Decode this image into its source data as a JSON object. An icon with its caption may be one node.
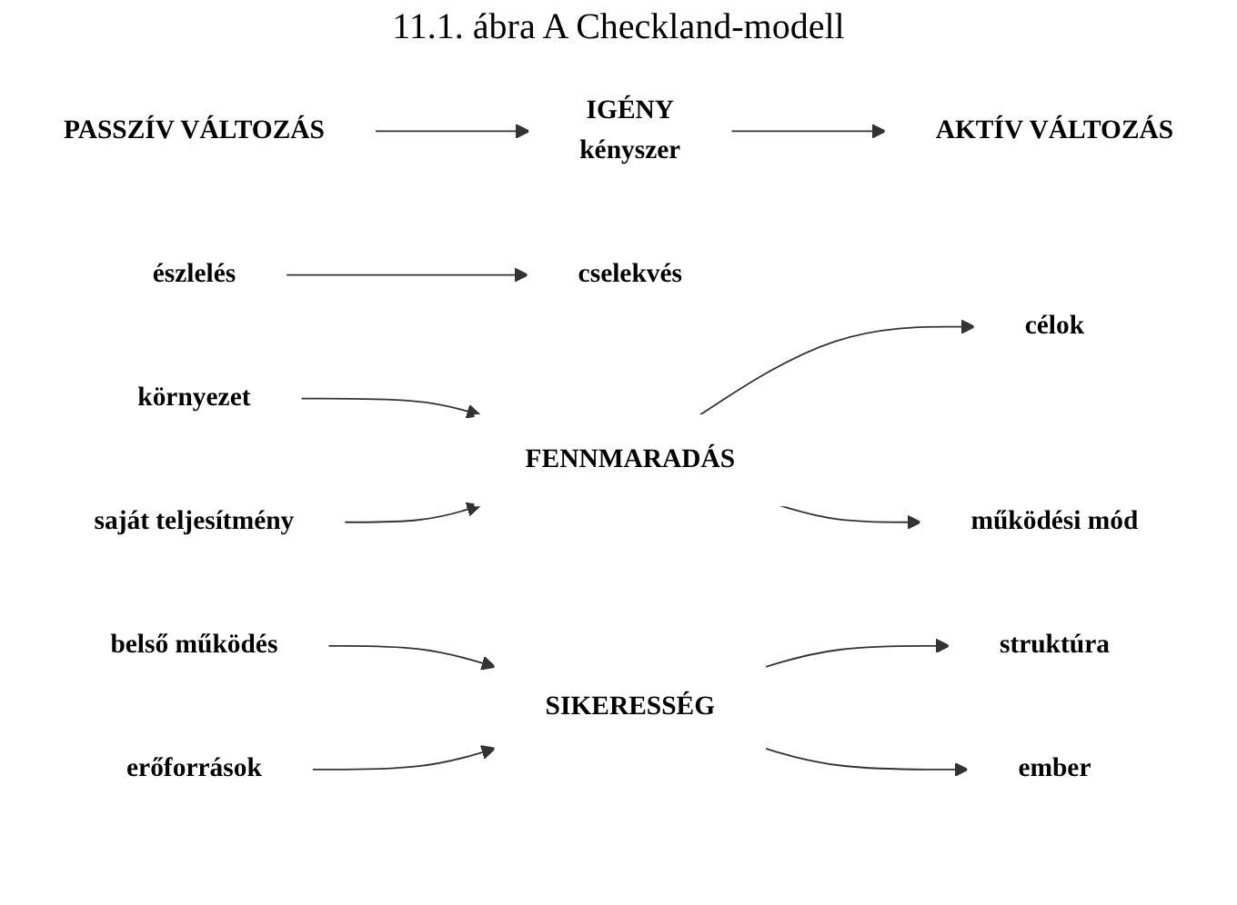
{
  "diagram": {
    "title": "11.1. ábra A Checkland-modell",
    "nodes": [
      {
        "text": [
          "PASSZÍV VÁLTOZÁS"
        ]
      },
      {
        "text": [
          "IGÉNY",
          "kényszer"
        ]
      },
      {
        "text": [
          "AKTÍV VÁLTOZÁS"
        ]
      },
      {
        "text": [
          "észlelés"
        ]
      },
      {
        "text": [
          "cselekvés"
        ]
      },
      {
        "text": [
          "környezet"
        ]
      },
      {
        "text": [
          "saját teljesítmény"
        ]
      },
      {
        "text": [
          "belső működés"
        ]
      },
      {
        "text": [
          "erőforrások"
        ]
      },
      {
        "text": [
          "FENNMARADÁS"
        ]
      },
      {
        "text": [
          "SIKERESSÉG"
        ]
      },
      {
        "text": [
          "célok"
        ]
      },
      {
        "text": [
          "működési mód"
        ]
      },
      {
        "text": [
          "struktúra"
        ]
      },
      {
        "text": [
          "ember"
        ]
      }
    ],
    "edges": [
      {
        "from": 0,
        "to": 1,
        "arrow": "to"
      },
      {
        "from": 1,
        "to": 2,
        "arrow": "to"
      },
      {
        "from": 3,
        "to": 4,
        "arrow": "to"
      },
      {
        "from": 5,
        "to": 9,
        "arrow": "to"
      },
      {
        "from": 6,
        "to": 9,
        "arrow": "to"
      },
      {
        "from": 7,
        "to": 10,
        "arrow": "to"
      },
      {
        "from": 8,
        "to": 10,
        "arrow": "to"
      },
      {
        "from": 9,
        "to": 11,
        "arrow": "to"
      },
      {
        "from": 9,
        "to": 12,
        "arrow": "to"
      },
      {
        "from": 10,
        "to": 13,
        "arrow": "to"
      },
      {
        "from": 10,
        "to": 14,
        "arrow": "to"
      }
    ]
  }
}
